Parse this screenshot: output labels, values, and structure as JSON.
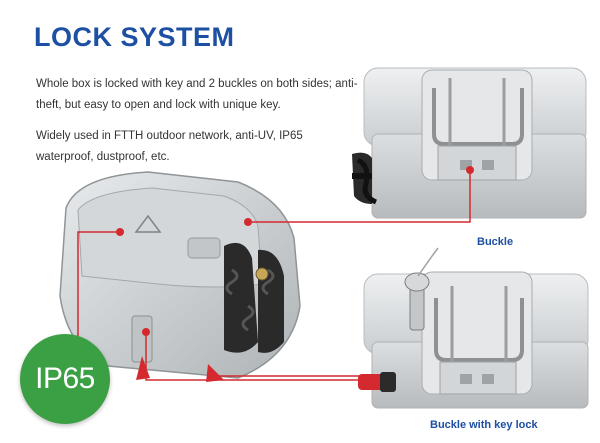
{
  "title": "LOCK SYSTEM",
  "paragraphs": [
    "Whole box is locked with key and 2 buckles on both sides; anti-theft, but easy to open and lock with unique key.",
    "Widely used in FTTH outdoor network, anti-UV, IP65 waterproof, dustproof, etc."
  ],
  "captions": {
    "buckle": "Buckle",
    "buckle_key_lock": "Buckle with key lock"
  },
  "badge": {
    "label": "IP65",
    "color": "#3aa043"
  },
  "colors": {
    "title": "#1d4fa3",
    "callout": "#d42a2f",
    "box_body": "#cfd3d6"
  }
}
